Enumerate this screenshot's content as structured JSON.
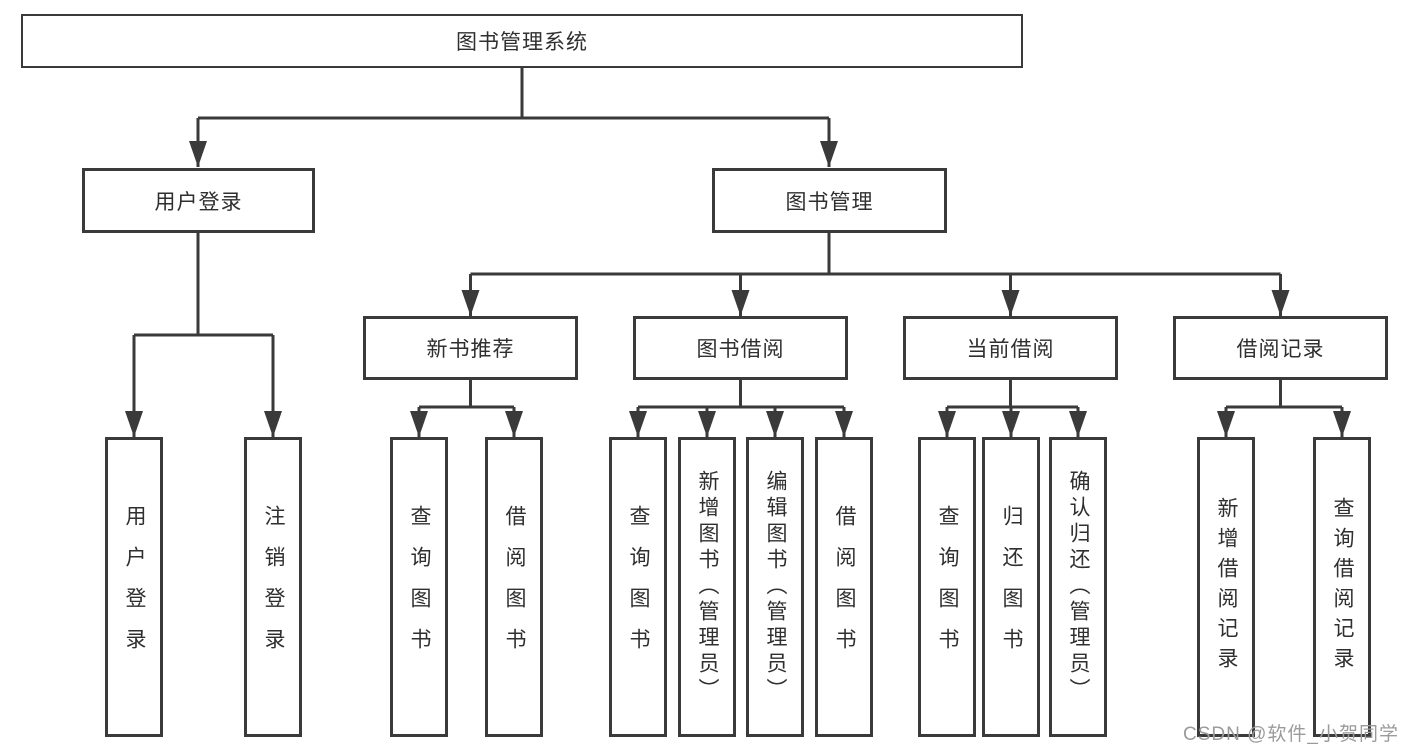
{
  "root": {
    "label": "图书管理系统"
  },
  "level2": [
    {
      "label": "用户登录"
    },
    {
      "label": "图书管理"
    }
  ],
  "level3": [
    {
      "label": "新书推荐"
    },
    {
      "label": "图书借阅"
    },
    {
      "label": "当前借阅"
    },
    {
      "label": "借阅记录"
    }
  ],
  "leaves": [
    {
      "label": "用户登录"
    },
    {
      "label": "注销登录"
    },
    {
      "label": "查询图书"
    },
    {
      "label": "借阅图书"
    },
    {
      "label": "查询图书"
    },
    {
      "label": "新增图书（管理员）"
    },
    {
      "label": "编辑图书（管理员）"
    },
    {
      "label": "借阅图书"
    },
    {
      "label": "查询图书"
    },
    {
      "label": "归还图书"
    },
    {
      "label": "确认归还（管理员）"
    },
    {
      "label": "新增借阅记录"
    },
    {
      "label": "查询借阅记录"
    }
  ],
  "watermark": {
    "text": "CSDN @软件_小贺同学",
    "color": "#9b9b9b"
  },
  "colors": {
    "line": "#3a3a3a",
    "box_border": "#3a3a3a",
    "box_fill": "#ffffff",
    "text": "#2f2f2f",
    "background": "#ffffff"
  }
}
